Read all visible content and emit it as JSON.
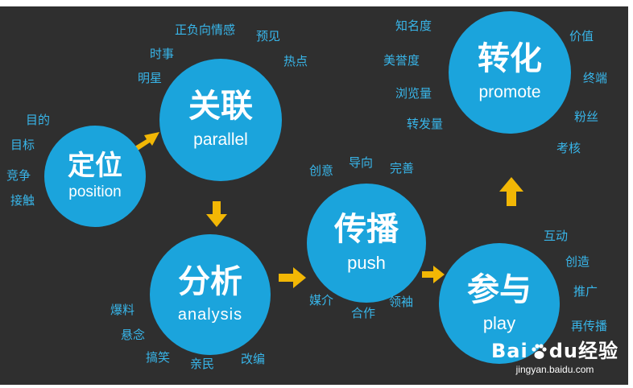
{
  "colors": {
    "background": "#2f2f2f",
    "circle": "#1ba4dc",
    "keyword": "#38b6ea",
    "arrow": "#f2b705",
    "circle_text": "#ffffff"
  },
  "nodes": {
    "position": {
      "zh": "定位",
      "en": "position",
      "keywords": [
        "目的",
        "目标",
        "竞争",
        "接触"
      ]
    },
    "parallel": {
      "zh": "关联",
      "en": "parallel",
      "keywords": [
        "正负向情感",
        "预见",
        "时事",
        "热点",
        "明星"
      ]
    },
    "analysis": {
      "zh": "分析",
      "en": "analysis",
      "keywords": [
        "爆料",
        "悬念",
        "搞笑",
        "亲民",
        "改编"
      ]
    },
    "push": {
      "zh": "传播",
      "en": "push",
      "keywords": [
        "创意",
        "导向",
        "完善",
        "媒介",
        "合作",
        "领袖"
      ]
    },
    "play": {
      "zh": "参与",
      "en": "play",
      "keywords": [
        "互动",
        "创造",
        "推广",
        "再传播"
      ]
    },
    "promote": {
      "zh": "转化",
      "en": "promote",
      "keywords": [
        "知名度",
        "美誉度",
        "浏览量",
        "转发量",
        "价值",
        "终端",
        "粉丝",
        "考核"
      ]
    }
  },
  "watermark": {
    "brand": "Bai",
    "brand_suffix": "du",
    "service": "经验",
    "url": "jingyan.baidu.com"
  }
}
